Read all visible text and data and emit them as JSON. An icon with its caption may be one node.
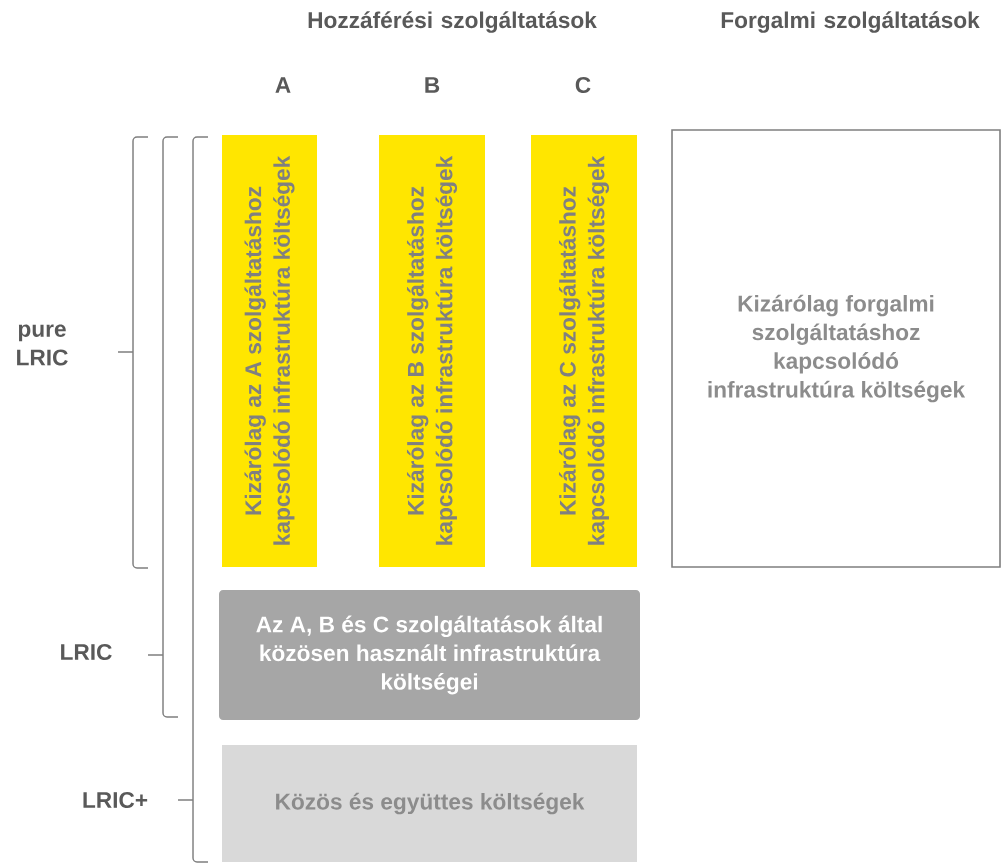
{
  "diagram": {
    "nodes": [
      {
        "text": [
          "Kizárólag az A szolgáltatáshoz kapcsolódó infrastruktúra költségek"
        ]
      },
      {
        "text": [
          "Kizárólag az B szolgáltatáshoz kapcsolódó infrastruktúra költségek"
        ]
      },
      {
        "text": [
          "Kizárólag az C szolgáltatáshoz kapcsolódó infrastruktúra költségek"
        ]
      },
      {
        "text": [
          "Kizárólag forgalmi szolgáltatáshoz kapcsolódó infrastruktúra költségek"
        ]
      },
      {
        "text": [
          "Az A, B és C szolgáltatások által közösen használt infrastruktúra költségei"
        ]
      },
      {
        "text": [
          "Közös és együttes költségek"
        ]
      }
    ],
    "labels": [
      "Hozzáférési szolgáltatások",
      "Forgalmi szolgáltatások",
      "A",
      "B",
      "C",
      "pure LRIC",
      "LRIC",
      "LRIC+"
    ]
  }
}
